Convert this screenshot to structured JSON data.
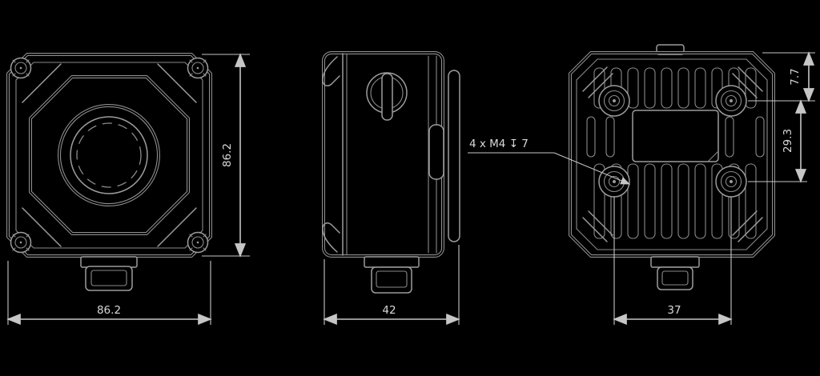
{
  "drawing": {
    "background": "#000000",
    "front_view": {
      "width_label": "86.2",
      "height_label": "86.2"
    },
    "side_view": {
      "depth_label": "42"
    },
    "back_view": {
      "hole_spacing_horizontal_label": "37",
      "hole_spacing_vertical_label": "29.3",
      "hole_top_offset_label": "7.7",
      "thread_callout": "4 x M4 ↧ 7"
    }
  },
  "colors": {
    "line": "#9c9c9c",
    "dimension_line": "#c6c6c6",
    "text": "#d8d8d8"
  }
}
